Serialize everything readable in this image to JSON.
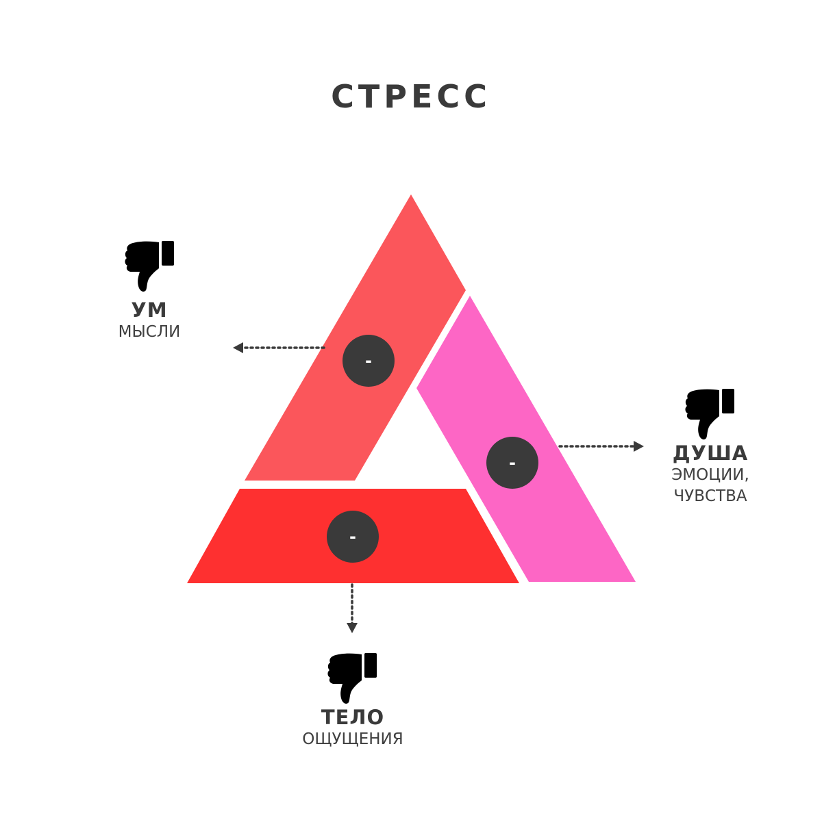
{
  "title": "СТРЕСС",
  "segments": {
    "mind": {
      "marker": "-",
      "color": "#fb565b"
    },
    "soul": {
      "marker": "-",
      "color": "#fd66c5"
    },
    "body": {
      "marker": "-",
      "color": "#fe3030"
    }
  },
  "labels": {
    "mind": {
      "name": "УМ",
      "desc": "МЫСЛИ",
      "icon": "thumbs-down-icon"
    },
    "soul": {
      "name": "ДУША",
      "desc_line1": "ЭМОЦИИ,",
      "desc_line2": "ЧУВСТВА",
      "icon": "thumbs-down-icon"
    },
    "body": {
      "name": "ТЕЛО",
      "desc": "ОЩУЩЕНИЯ",
      "icon": "thumbs-down-icon"
    }
  },
  "colors": {
    "text": "#3a3a3a",
    "marker_fill": "#3a3a3a",
    "marker_text": "#ffffff",
    "arrow": "#3a3a3a"
  }
}
